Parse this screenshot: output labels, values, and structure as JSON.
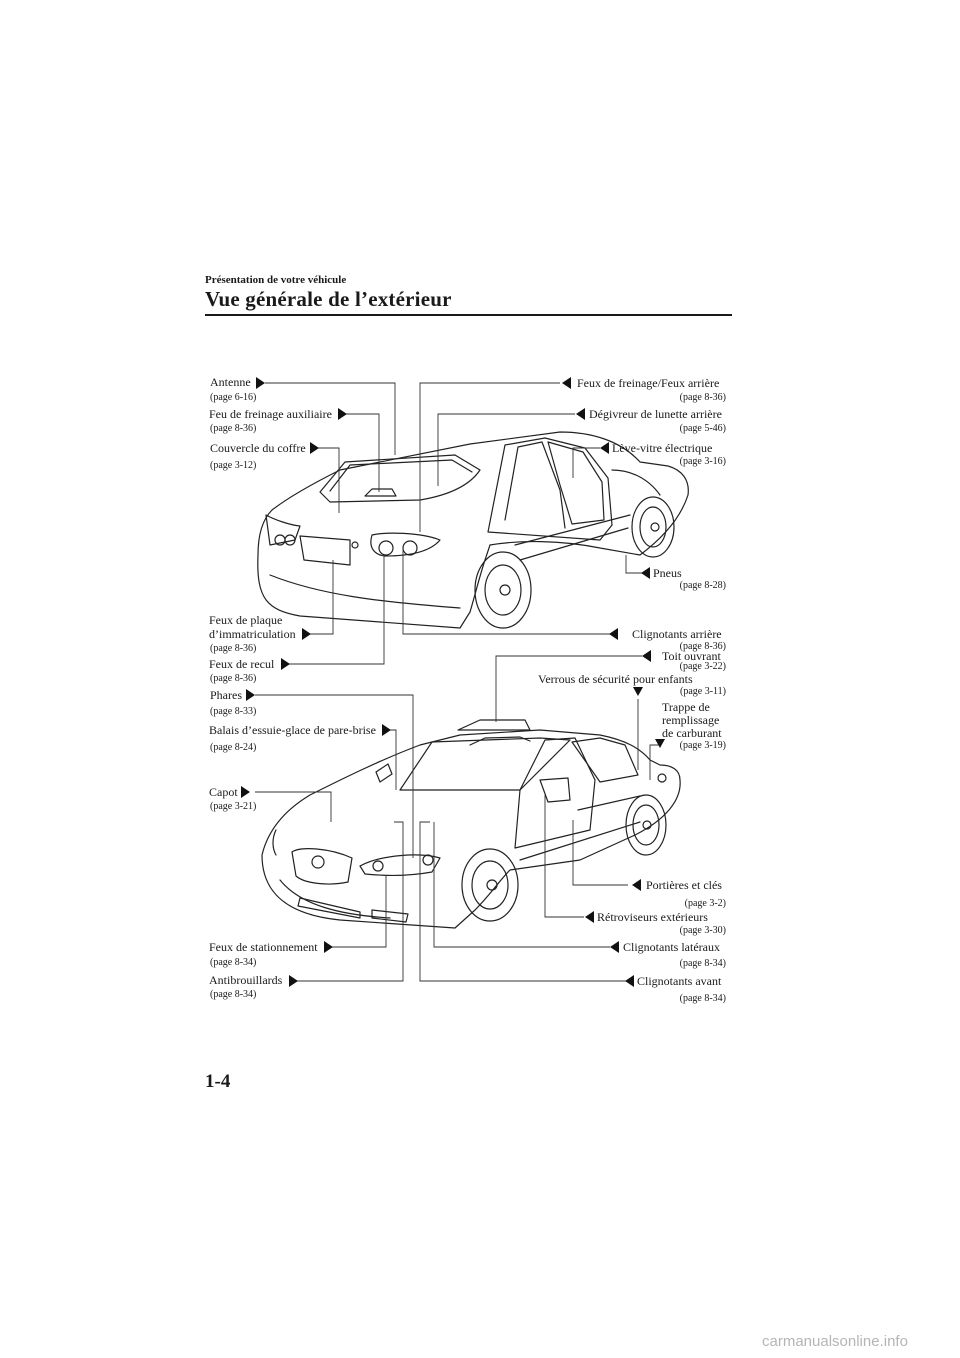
{
  "header": {
    "section": "Présentation de votre véhicule",
    "title": "Vue générale de l’extérieur"
  },
  "footer": {
    "page_number": "1-4",
    "watermark": "carmanualsonline.info"
  },
  "callouts": {
    "antenne": {
      "label": "Antenne",
      "page": "(page 6-16)"
    },
    "feu_freinage_aux": {
      "label": "Feu de freinage auxiliaire",
      "page": "(page 8-36)"
    },
    "couvercle_coffre": {
      "label": "Couvercle du coffre",
      "page": "(page 3-12)"
    },
    "feux_plaque": {
      "label_line1": "Feux de plaque",
      "label_line2": "d’immatriculation",
      "page": "(page 8-36)"
    },
    "feux_recul": {
      "label": "Feux de recul",
      "page": "(page 8-36)"
    },
    "phares": {
      "label": "Phares",
      "page": "(page 8-33)"
    },
    "balais": {
      "label": "Balais d’essuie-glace de pare-brise",
      "page": "(page 8-24)"
    },
    "capot": {
      "label": "Capot",
      "page": "(page 3-21)"
    },
    "feux_stationnement": {
      "label": "Feux de stationnement",
      "page": "(page 8-34)"
    },
    "antibrouillards": {
      "label": "Antibrouillards",
      "page": "(page 8-34)"
    },
    "feux_freinage_arriere": {
      "label": "Feux de freinage/Feux arrière",
      "page": "(page 8-36)"
    },
    "degivreur": {
      "label": "Dégivreur de lunette arrière",
      "page": "(page 5-46)"
    },
    "leve_vitre": {
      "label": "Lève-vitre électrique",
      "page": "(page 3-16)"
    },
    "pneus": {
      "label": "Pneus",
      "page": "(page 8-28)"
    },
    "clignotants_arriere": {
      "label": "Clignotants arrière",
      "page": "(page 8-36)"
    },
    "toit_ouvrant": {
      "label": "Toit ouvrant",
      "page": "(page 3-22)"
    },
    "verrous": {
      "label": "Verrous de sécurité pour enfants",
      "page": "(page 3-11)"
    },
    "trappe": {
      "label_line1": "Trappe de",
      "label_line2": "remplissage",
      "label_line3": "de carburant",
      "page": "(page 3-19)"
    },
    "portieres": {
      "label": "Portières et clés",
      "page": "(page 3-2)"
    },
    "retroviseurs": {
      "label": "Rétroviseurs extérieurs",
      "page": "(page 3-30)"
    },
    "clignotants_lateraux": {
      "label": "Clignotants latéraux",
      "page": "(page 8-34)"
    },
    "clignotants_avant": {
      "label": "Clignotants avant",
      "page": "(page 8-34)"
    }
  }
}
